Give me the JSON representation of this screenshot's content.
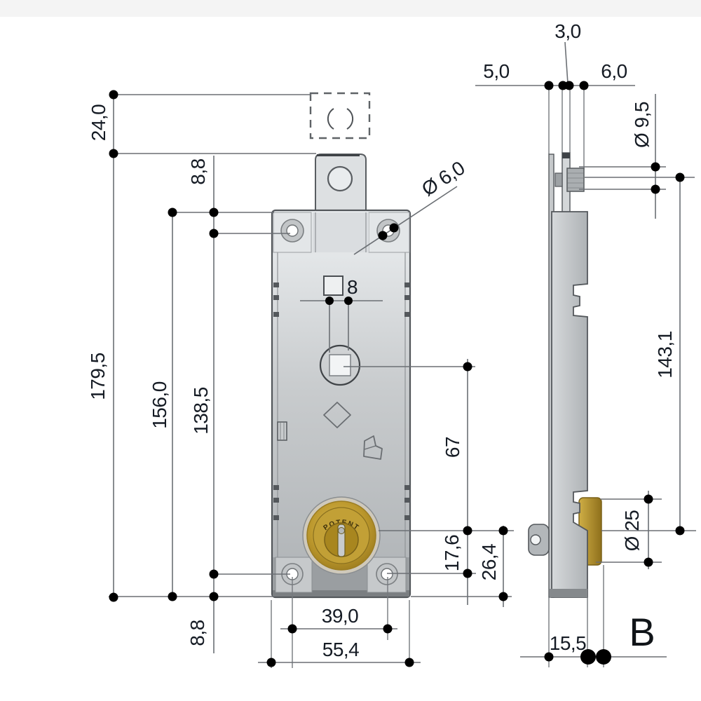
{
  "front_view": {
    "dim_pin_offset_top": "24,0",
    "dim_top_hole_to_edge": "8,8",
    "dim_total_height": "179,5",
    "dim_body_height": "156,0",
    "dim_hole_spacing_vertical": "138,5",
    "dim_mount_hole_diameter": "Ø 6,0",
    "dim_square_spindle": "8",
    "dim_spindle_to_cylinder": "67",
    "dim_cylinder_to_hole": "17,6",
    "dim_cylinder_to_bottom": "26,4",
    "dim_hole_spacing_horizontal": "39,0",
    "dim_body_width": "55,4",
    "dim_bottom_hole_to_edge": "8,8",
    "cylinder_brand": "POTENT"
  },
  "side_view": {
    "dim_plate_to_rod": "5,0",
    "dim_plate_thickness": "3,0",
    "dim_boss_depth": "6,0",
    "dim_boss_diameter": "Ø 9,5",
    "dim_axis_spacing": "143,1",
    "dim_cylinder_diameter": "Ø 25",
    "dim_body_depth": "15,5",
    "view_label": "B"
  }
}
